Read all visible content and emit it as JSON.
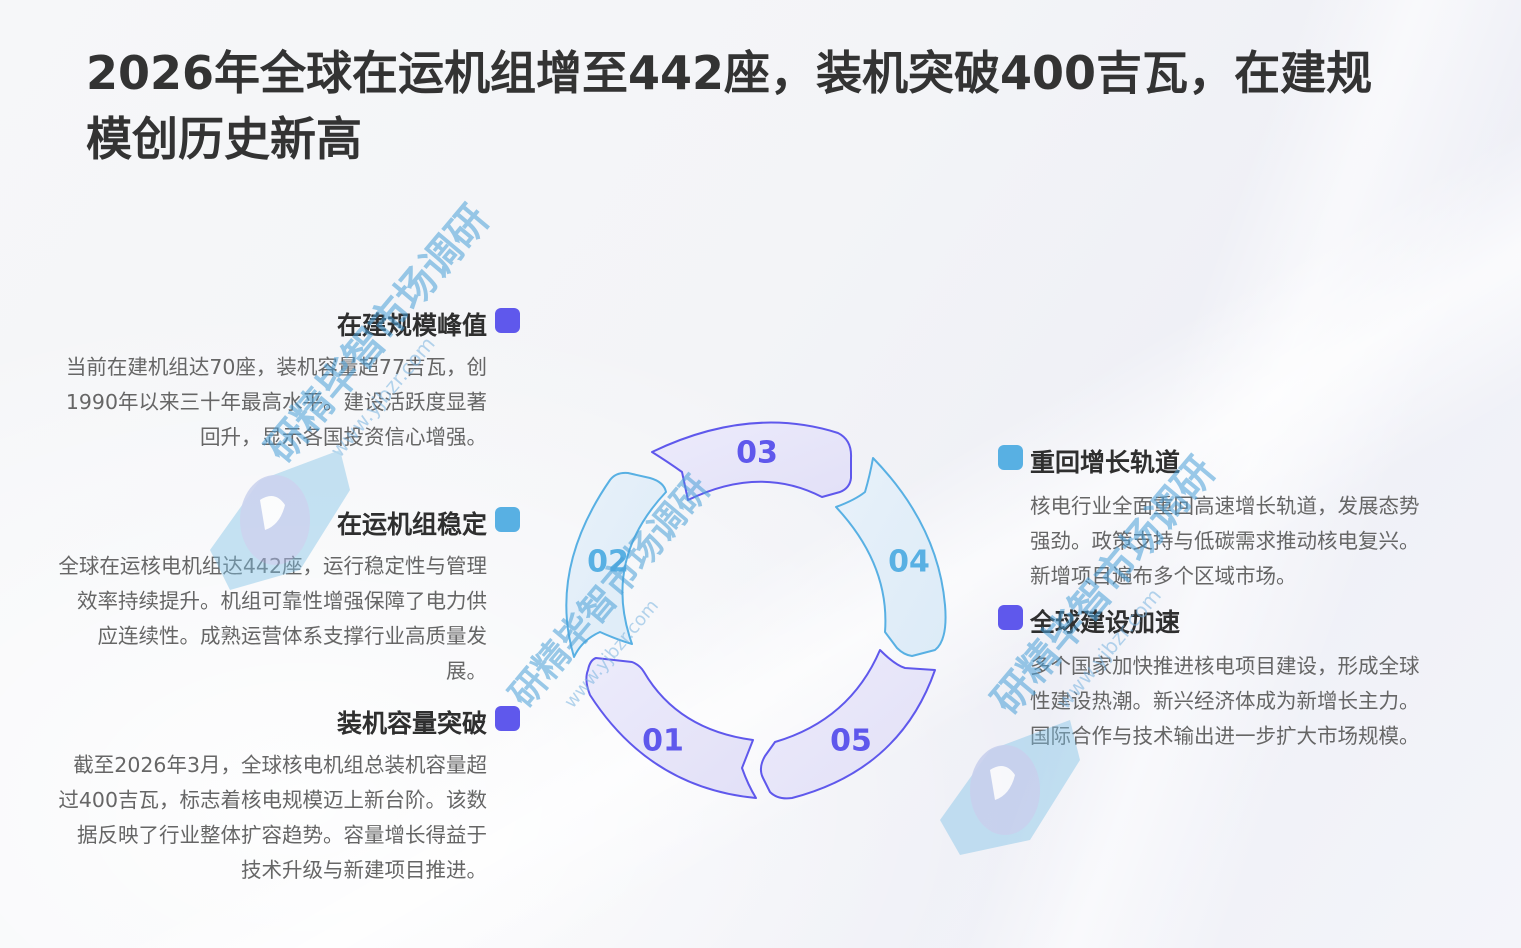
{
  "title": "2026年全球在运机组增至442座，装机突破400吉瓦，在建规模创历史新高",
  "colors": {
    "indigo": "#5f58ec",
    "sky": "#58b0e3",
    "title_text": "#333333",
    "body_text": "#666666"
  },
  "left_items": [
    {
      "heading": "在建规模峰值",
      "marker_color": "#5f58ec",
      "text": "当前在建机组达70座，装机容量超77吉瓦，创1990年以来三十年最高水平。建设活跃度显著回升，显示各国投资信心增强。"
    },
    {
      "heading": "在运机组稳定",
      "marker_color": "#58b0e3",
      "text": "全球在运核电机组达442座，运行稳定性与管理效率持续提升。机组可靠性增强保障了电力供应连续性。成熟运营体系支撑行业高质量发展。"
    },
    {
      "heading": "装机容量突破",
      "marker_color": "#5f58ec",
      "text": "截至2026年3月，全球核电机组总装机容量超过400吉瓦，标志着核电规模迈上新台阶。该数据反映了行业整体扩容趋势。容量增长得益于技术升级与新建项目推进。"
    }
  ],
  "right_items": [
    {
      "heading": "重回增长轨道",
      "marker_color": "#58b0e3",
      "text": "核电行业全面重回高速增长轨道，发展态势强劲。政策支持与低碳需求推动核电复兴。新增项目遍布多个区域市场。"
    },
    {
      "heading": "全球建设加速",
      "marker_color": "#5f58ec",
      "text": "多个国家加快推进核电项目建设，形成全球性建设热潮。新兴经济体成为新增长主力。国际合作与技术输出进一步扩大市场规模。"
    }
  ],
  "cycle": {
    "segments": [
      {
        "label": "01",
        "color": "#5f58ec"
      },
      {
        "label": "02",
        "color": "#58b0e3"
      },
      {
        "label": "03",
        "color": "#5f58ec"
      },
      {
        "label": "04",
        "color": "#58b0e3"
      },
      {
        "label": "05",
        "color": "#5f58ec"
      }
    ]
  },
  "watermark": {
    "text": "研精毕智市场调研",
    "url": "www.yjbzr.com"
  }
}
